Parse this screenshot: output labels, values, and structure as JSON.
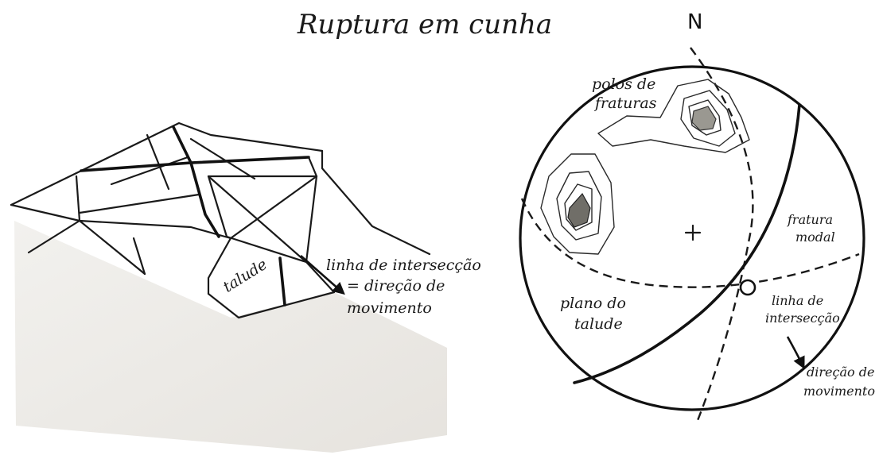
{
  "title": "Ruptura em cunha",
  "block_diagram": {
    "label_slope": "talude",
    "label_intersection_line_1": "linha de intersecção",
    "label_intersection_line_2": "= direção de",
    "label_intersection_line_3": "movimento"
  },
  "stereonet": {
    "north_label": "N",
    "label_poles_1": "polos de",
    "label_poles_2": "fraturas",
    "label_modal_1": "fratura",
    "label_modal_2": "modal",
    "label_slope_plane_1": "plano do",
    "label_slope_plane_2": "talude",
    "label_intersection_1": "linha de",
    "label_intersection_2": "intersecção",
    "label_direction_1": "direção de",
    "label_direction_2": "movimento"
  },
  "colors": {
    "ink": "#1a1a1a",
    "block_face": "#eeece8",
    "pole_fill": "#9a9891"
  }
}
